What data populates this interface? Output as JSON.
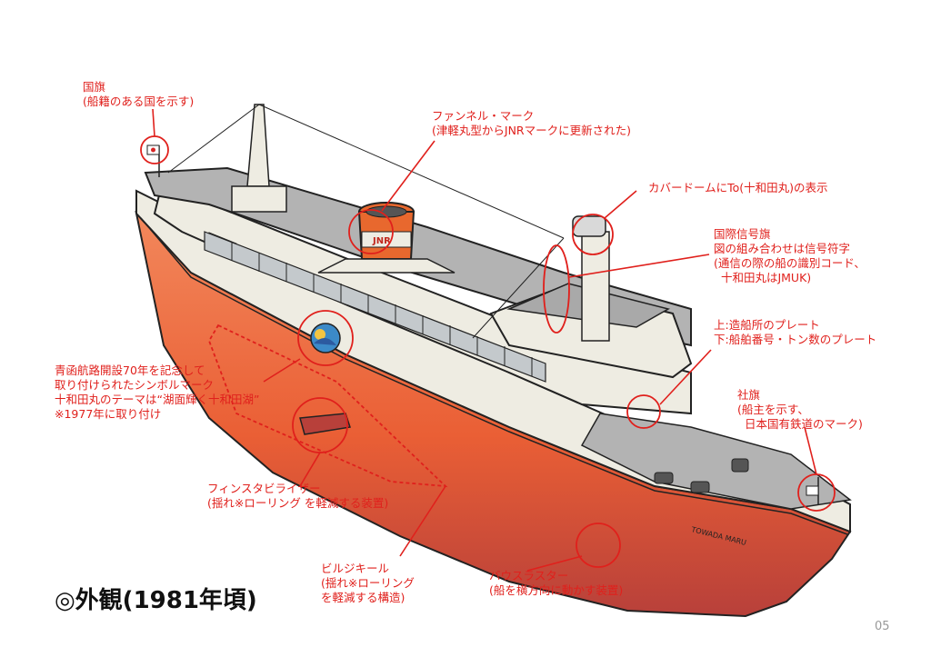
{
  "title": "◎外観(1981年頃)",
  "page_number": "05",
  "callouts": {
    "national_flag": "国旗\n(船籍のある国を示す)",
    "funnel_mark": "ファンネル・マーク\n(津軽丸型からJNRマークに更新された)",
    "cover_dome": "カバードームにTo(十和田丸)の表示",
    "signal_flags": "国際信号旗\n図の組み合わせは信号符字\n(通信の際の船の識別コード、\n  十和田丸はJMUK)",
    "plates": "上:造船所のプレート\n下:船舶番号・トン数のプレート",
    "company_flag": "社旗\n(船主を示す、\n  日本国有鉄道のマーク)",
    "symbol_mark": "青函航路開設70年を記念して\n取り付けられたシンボルマーク\n十和田丸のテーマは“湖面輝く十和田湖”\n※1977年に取り付け",
    "fin_stabilizer": "フィンスタビライザー\n(揺れ※ローリング を軽減する装置)",
    "bilge_keel": "ビルジキール\n(揺れ※ローリング\nを軽減する構造)",
    "bow_thruster": "バウスラスター\n(船を横方向に動かす装置)"
  },
  "ship": {
    "funnel_letters": "JNR",
    "hull_name": "TOWADA MARU"
  },
  "colors": {
    "annotation": "#e0201c",
    "hull_orange": "#ef6b3c",
    "hull_red": "#b8403a",
    "superstructure": "#eeece2",
    "deck_grey": "#a9a9a9"
  }
}
